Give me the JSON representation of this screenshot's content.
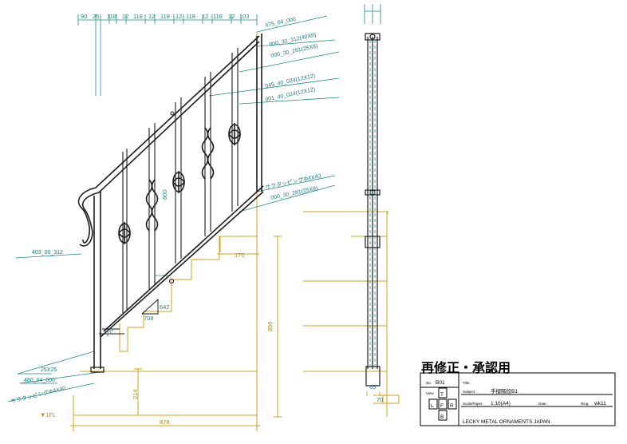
{
  "top_dimensions": [
    "90",
    "25",
    "118",
    "12",
    "118",
    "12",
    "118",
    "12",
    "118",
    "12",
    "118",
    "12",
    "103"
  ],
  "callouts": {
    "c1": "475_04_000",
    "c2": "000_30_312(40X8)",
    "c3": "000_30_281(25X8)",
    "c4": "045_40_024(12X12)",
    "c5": "001_40_024(12X12)",
    "c6": "サラタッピングΦ4X40",
    "c7": "000_30_281(25X8)",
    "c8": "403_00_312",
    "c9": "25X25",
    "c10": "480_04_000",
    "c11": "サラタッピングΦ4X40"
  },
  "dims": {
    "d800": "800",
    "d642": "642",
    "d708": "708",
    "d170": "170",
    "d856": "856",
    "d214": "214",
    "d878": "878",
    "d65": "65",
    "d70": "70",
    "fl": "▼1FL",
    "d150": "150"
  },
  "title_block": {
    "heading": "再修正・承認用",
    "no_label": "No.",
    "no_value": "B01",
    "title_label": "Title:",
    "view_label": "View",
    "subject_label": "Subject:",
    "subject_value": "手摺階段B1",
    "scale_label": "Scale/Paper:",
    "scale_value": "1:10(A4)",
    "date_label": "Date:",
    "date_value": "",
    "ref_label": "Ring.",
    "ref_value": "wk11",
    "company": "LECKY METAL ORNAMENTS JAPAN",
    "views": [
      "T",
      "L",
      "F",
      "R",
      "B"
    ]
  },
  "colors": {
    "iron": "#1c1c1c",
    "teal": "#1a8c8c",
    "yellow": "#d4a017"
  }
}
